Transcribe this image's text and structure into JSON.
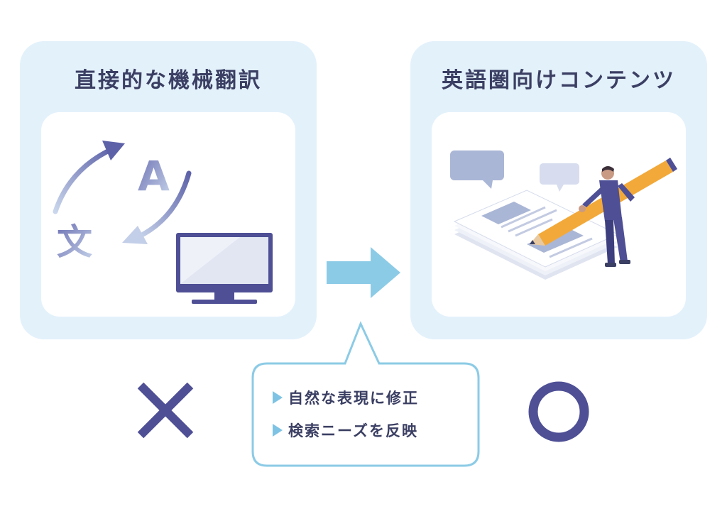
{
  "left_panel": {
    "title": "直接的な機械翻訳",
    "icon_letter_a": "A",
    "icon_letter_bun": "文"
  },
  "right_panel": {
    "title": "英語圏向けコンテンツ"
  },
  "callout": {
    "items": [
      "自然な表現に修正",
      "検索ニーズを反映"
    ]
  },
  "colors": {
    "panel_bg": "#e3f1fb",
    "navy": "#4e4f95",
    "arrow_blue": "#8ccbe6",
    "text": "#3b3f63",
    "pencil": "#f2a93a"
  },
  "icons": {
    "left": [
      "translate-arrows-icon",
      "monitor-icon"
    ],
    "right": [
      "speech-bubble-icon",
      "document-stack-icon",
      "pencil-icon",
      "person-icon"
    ],
    "marks": [
      "cross-icon",
      "circle-icon"
    ]
  }
}
